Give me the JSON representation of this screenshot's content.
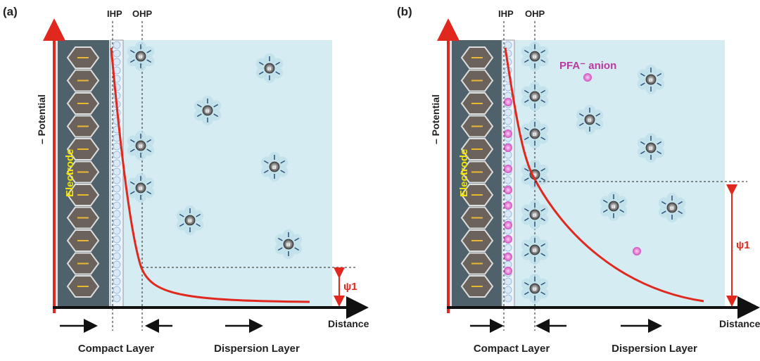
{
  "panels": [
    {
      "label": "(a)",
      "ihp": "IHP",
      "ohp": "OHP",
      "y_axis": "– Potential",
      "x_axis": "Distance",
      "electrode": "Electrode",
      "psi": "ψ1",
      "compact": "Compact Layer",
      "dispersion": "Dispersion Layer",
      "ion_label": "Li",
      "anion_label": ""
    },
    {
      "label": "(b)",
      "ihp": "IHP",
      "ohp": "OHP",
      "y_axis": "– Potential",
      "x_axis": "Distance",
      "electrode": "Electrode",
      "psi": "ψ1",
      "compact": "Compact Layer",
      "dispersion": "Dispersion Layer",
      "ion_label": "Li",
      "anion_label": "PFA⁻ anion"
    }
  ],
  "colors": {
    "axis_red": "#e0281e",
    "curve": "#e0281e",
    "electrode": "#4f626c",
    "solution": "#d6ecf3",
    "anion": "#d04fc0",
    "electrode_text": "#f2e600",
    "anion_text": "#b8399e"
  }
}
